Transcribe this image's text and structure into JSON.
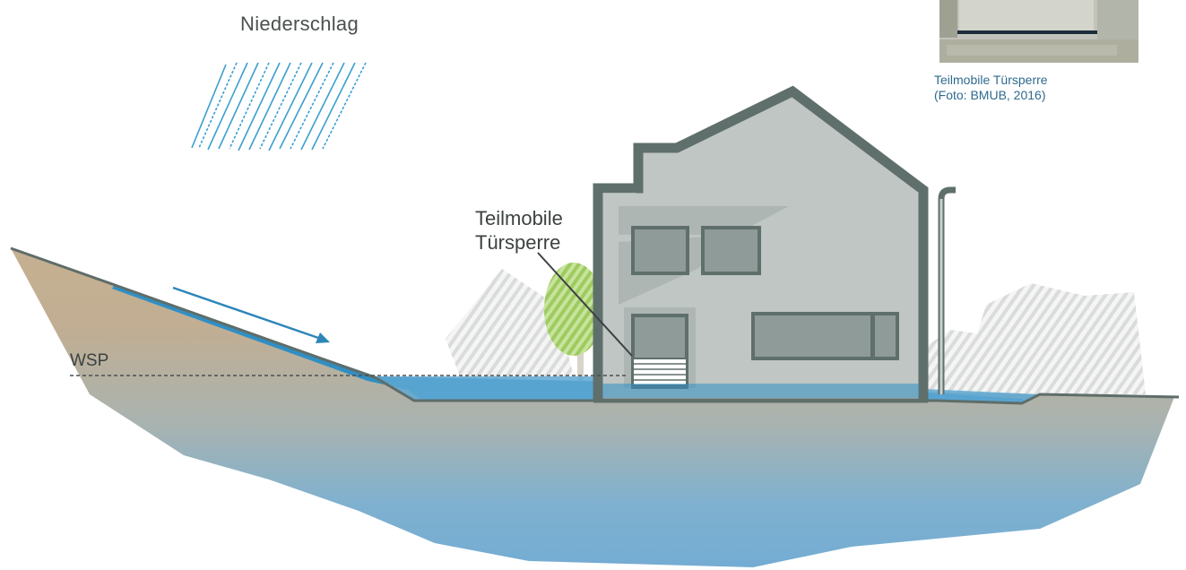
{
  "diagram": {
    "title": "Niederschlag",
    "water_level_label": "WSP",
    "barrier_label_line1": "Teilmobile",
    "barrier_label_line2": "Türsperre"
  },
  "photo_caption": {
    "line1": "Teilmobile Türsperre",
    "line2": "(Foto: BMUB, 2016)"
  },
  "colors": {
    "rain": "#3a9fd0",
    "flow_arrow": "#2c86b8",
    "water": "#2f8fc4",
    "house_wall": "#bfc6c4",
    "house_outline": "#5f6f6b",
    "tree": "#a7cf6a",
    "soil_top": "#c5b090",
    "soil_bottom": "#78b2d6",
    "caption_text": "#2f6a8f"
  }
}
